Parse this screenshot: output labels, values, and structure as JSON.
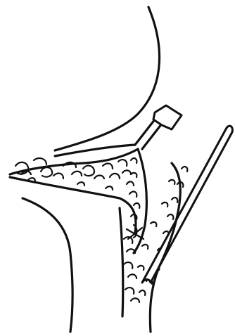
{
  "diagram": {
    "style": "black line drawing on white",
    "ink_color": "#111111",
    "background_color": "#ffffff",
    "elements": [
      "upper-curve",
      "tube-device",
      "tissue-layer",
      "lower-curve",
      "long-rod",
      "suture-knot"
    ]
  }
}
